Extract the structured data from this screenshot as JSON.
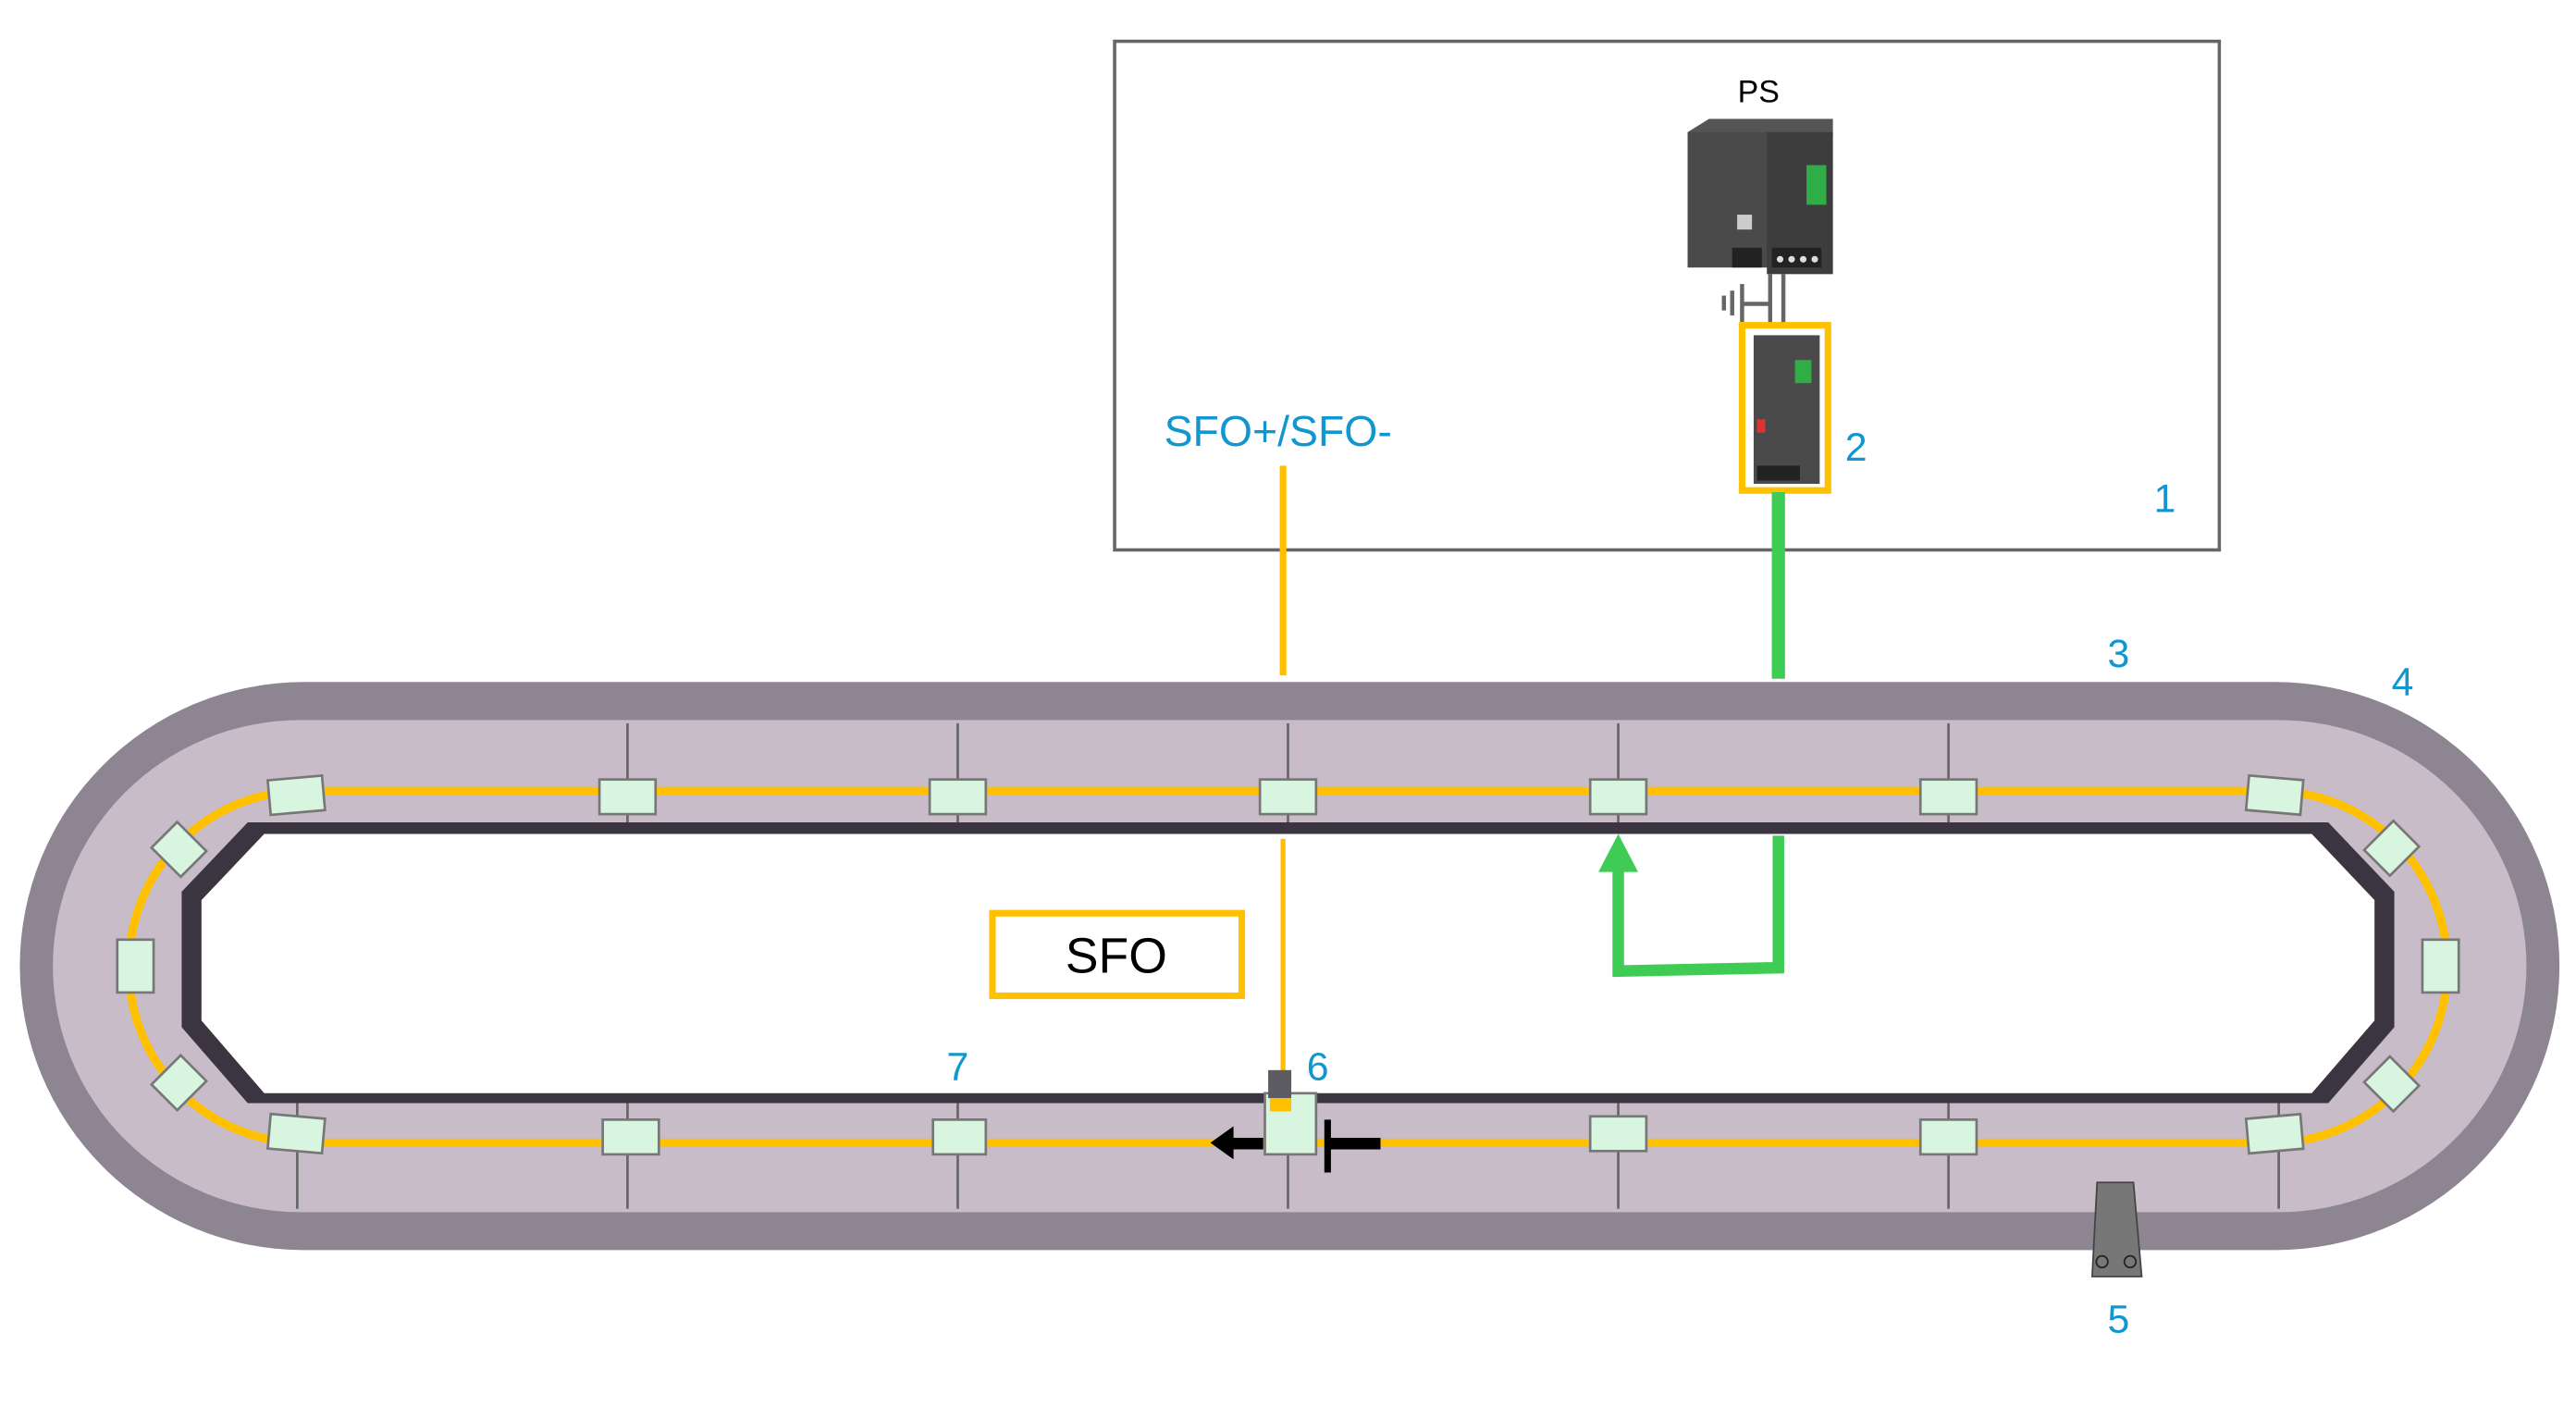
{
  "labels": {
    "ps": "PS",
    "sfo_signal": "SFO+/SFO-",
    "sfo_box": "SFO",
    "callout_1": "1",
    "callout_2": "2",
    "callout_3": "3",
    "callout_4": "4",
    "callout_5": "5",
    "callout_6": "6",
    "callout_7": "7"
  },
  "colors": {
    "callout": "#1196cf",
    "sfo_line": "#FFC000",
    "power_line": "#3ECC55",
    "frame_border": "#666666",
    "track_outer": "#8d8592",
    "track_panel": "#c8bcc8",
    "mover": "#d8f5e0"
  }
}
